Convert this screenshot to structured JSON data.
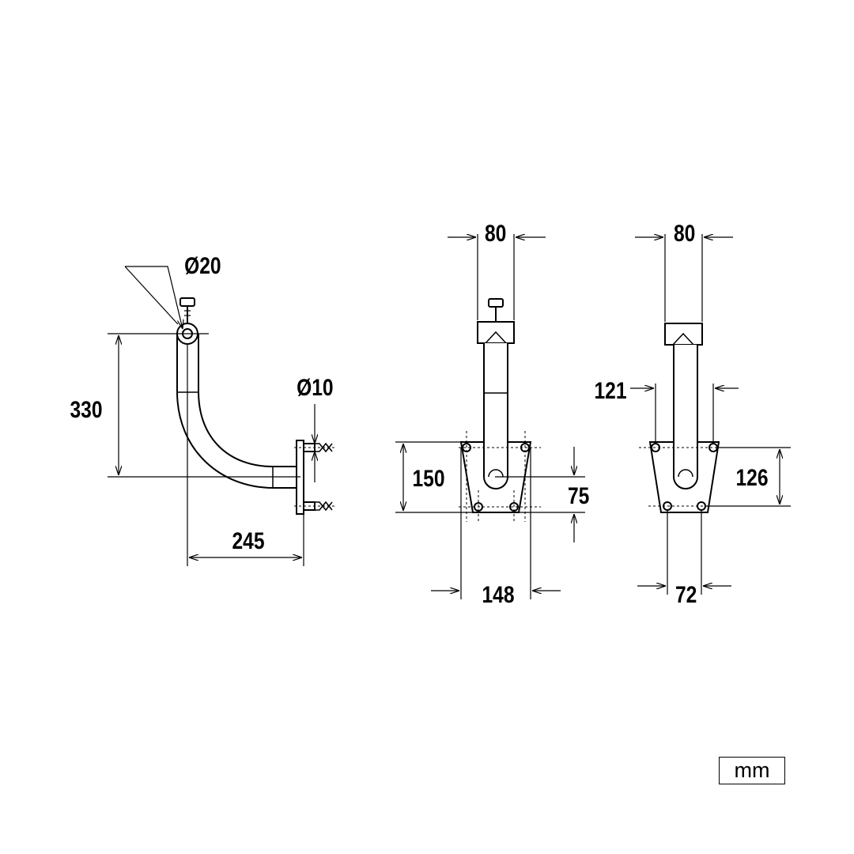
{
  "dimensions": {
    "side_pipe_diameter": "Ø20",
    "side_height": "330",
    "side_anchor_diameter": "Ø10",
    "side_depth": "245",
    "front_top_width": "80",
    "front_plate_height": "150",
    "front_hole_spacing_vertical": "75",
    "front_plate_width": "148",
    "rear_top_width": "80",
    "rear_upper_width": "121",
    "rear_plate_height": "126",
    "rear_lower_width": "72"
  },
  "units": "mm"
}
